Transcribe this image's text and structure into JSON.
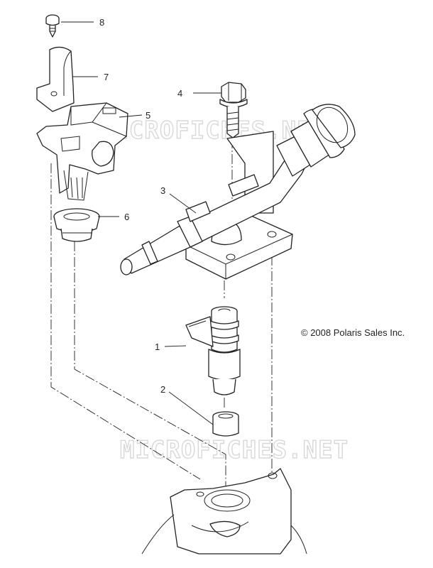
{
  "callouts": [
    {
      "id": "1",
      "label": "1"
    },
    {
      "id": "2",
      "label": "2"
    },
    {
      "id": "3",
      "label": "3"
    },
    {
      "id": "4",
      "label": "4"
    },
    {
      "id": "5",
      "label": "5"
    },
    {
      "id": "6",
      "label": "6"
    },
    {
      "id": "7",
      "label": "7"
    },
    {
      "id": "8",
      "label": "8"
    }
  ],
  "copyright": "© 2008 Polaris Sales Inc.",
  "watermark": "MICROFICHES.NET"
}
